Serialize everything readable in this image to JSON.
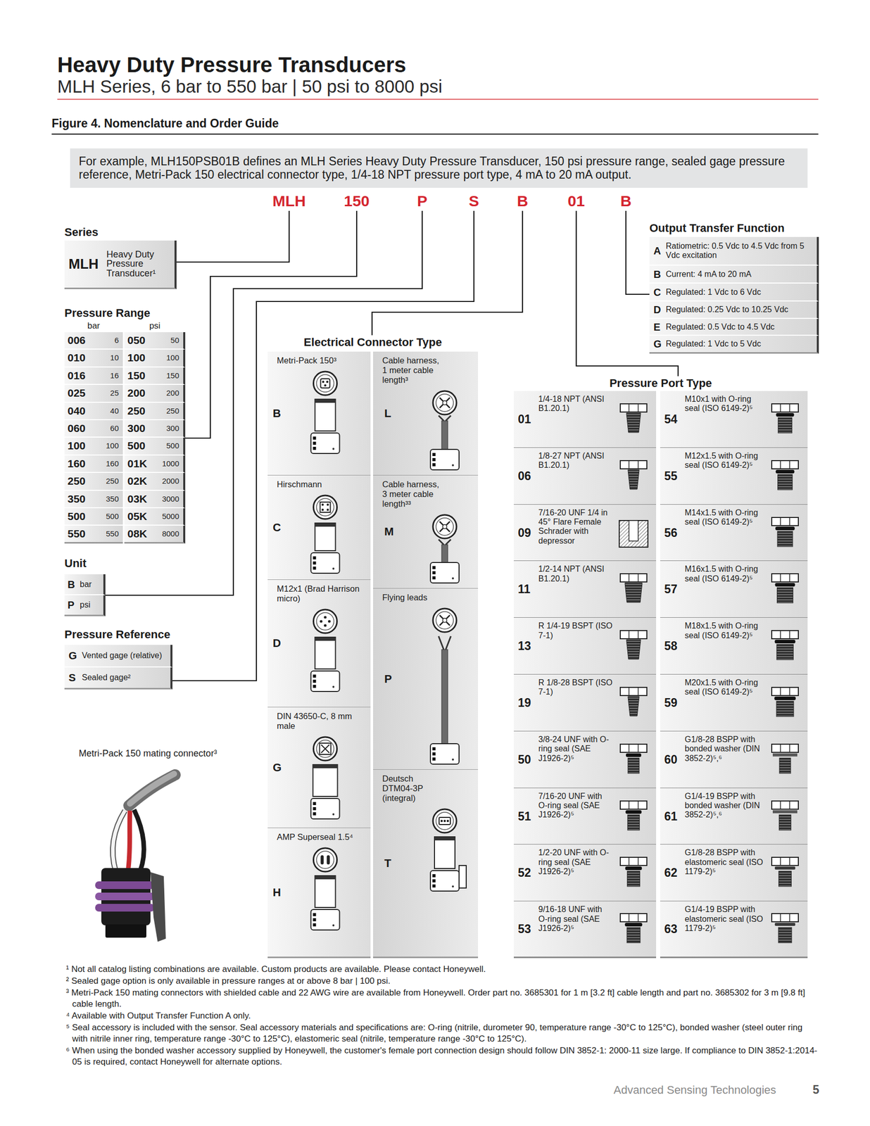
{
  "diagram": {
    "title": "Heavy Duty Pressure Transducers",
    "caption": "Figure 4. Nomenclature and Order Guide",
    "nodes": [
      {
        "text": [
          "For example, MLH150PSB01B defines an MLH Series Heavy Duty Pressure Transducer, 150 psi pressure range, sealed gage pressure reference, Metri-Pack 150 electrical connector type, 1/4-18 NPT pressure port type, 4 mA to 20 mA output."
        ]
      },
      {
        "text": [
          "MLH"
        ]
      },
      {
        "text": [
          "150"
        ]
      },
      {
        "text": [
          "P"
        ]
      },
      {
        "text": [
          "S"
        ]
      },
      {
        "text": [
          "B"
        ]
      },
      {
        "text": [
          "01"
        ]
      },
      {
        "text": [
          "B"
        ]
      },
      {
        "text": [
          "Series"
        ]
      },
      {
        "text": [
          "MLH",
          "Heavy Duty Pressure Transducer¹"
        ],
        "in": 8
      },
      {
        "text": [
          "Pressure Range",
          "bar",
          "psi"
        ]
      },
      {
        "text": [
          "006",
          "6"
        ],
        "in": 10
      },
      {
        "text": [
          "010",
          "10"
        ],
        "in": 10
      },
      {
        "text": [
          "016",
          "16"
        ],
        "in": 10
      },
      {
        "text": [
          "025",
          "25"
        ],
        "in": 10
      },
      {
        "text": [
          "040",
          "40"
        ],
        "in": 10
      },
      {
        "text": [
          "060",
          "60"
        ],
        "in": 10
      },
      {
        "text": [
          "100",
          "100"
        ],
        "in": 10
      },
      {
        "text": [
          "160",
          "160"
        ],
        "in": 10
      },
      {
        "text": [
          "250",
          "250"
        ],
        "in": 10
      },
      {
        "text": [
          "350",
          "350"
        ],
        "in": 10
      },
      {
        "text": [
          "500",
          "500"
        ],
        "in": 10
      },
      {
        "text": [
          "550",
          "550"
        ],
        "in": 10
      },
      {
        "text": [
          "050",
          "50"
        ],
        "in": 10
      },
      {
        "text": [
          "100",
          "100"
        ],
        "in": 10
      },
      {
        "text": [
          "150",
          "150"
        ],
        "in": 10
      },
      {
        "text": [
          "200",
          "200"
        ],
        "in": 10
      },
      {
        "text": [
          "250",
          "250"
        ],
        "in": 10
      },
      {
        "text": [
          "300",
          "300"
        ],
        "in": 10
      },
      {
        "text": [
          "500",
          "500"
        ],
        "in": 10
      },
      {
        "text": [
          "01K",
          "1000"
        ],
        "in": 10
      },
      {
        "text": [
          "02K",
          "2000"
        ],
        "in": 10
      },
      {
        "text": [
          "03K",
          "3000"
        ],
        "in": 10
      },
      {
        "text": [
          "05K",
          "5000"
        ],
        "in": 10
      },
      {
        "text": [
          "08K",
          "8000"
        ],
        "in": 10
      },
      {
        "text": [
          "Unit"
        ]
      },
      {
        "text": [
          "B",
          "bar"
        ],
        "in": 35
      },
      {
        "text": [
          "P",
          "psi"
        ],
        "in": 35
      },
      {
        "text": [
          "Pressure Reference"
        ]
      },
      {
        "text": [
          "G",
          "Vented gage (relative)"
        ],
        "in": 38
      },
      {
        "text": [
          "S",
          "Sealed gage²"
        ],
        "in": 38
      },
      {
        "text": [
          "Electrical Connector Type"
        ]
      },
      {
        "text": [
          "B",
          "Metri-Pack 150³"
        ],
        "in": 41
      },
      {
        "text": [
          "C",
          "Hirschmann"
        ],
        "in": 41
      },
      {
        "text": [
          "D",
          "M12x1 (Brad Harrison micro)"
        ],
        "in": 41
      },
      {
        "text": [
          "G",
          "DIN 43650-C, 8 mm male"
        ],
        "in": 41
      },
      {
        "text": [
          "H",
          "AMP Superseal 1.5⁴"
        ],
        "in": 41
      },
      {
        "text": [
          "L",
          "Cable harness, 1 meter cable length³"
        ],
        "in": 41
      },
      {
        "text": [
          "M",
          "Cable harness, 3 meter cable length³³"
        ],
        "in": 41
      },
      {
        "text": [
          "P",
          "Flying leads"
        ],
        "in": 41
      },
      {
        "text": [
          "T",
          "Deutsch DTM04-3P (integral)"
        ],
        "in": 41
      },
      {
        "text": [
          "Output Transfer Function"
        ]
      },
      {
        "text": [
          "A",
          "Ratiometric: 0.5 Vdc to 4.5 Vdc from 5 Vdc excitation"
        ],
        "in": 51
      },
      {
        "text": [
          "B",
          "Current: 4 mA to 20 mA"
        ],
        "in": 51
      },
      {
        "text": [
          "C",
          "Regulated: 1 Vdc to 6 Vdc"
        ],
        "in": 51
      },
      {
        "text": [
          "D",
          "Regulated: 0.25 Vdc to 10.25 Vdc"
        ],
        "in": 51
      },
      {
        "text": [
          "E",
          "Regulated: 0.5 Vdc to 4.5 Vdc"
        ],
        "in": 51
      },
      {
        "text": [
          "G",
          "Regulated: 1 Vdc to 5 Vdc"
        ],
        "in": 51
      },
      {
        "text": [
          "Pressure Port Type"
        ]
      },
      {
        "text": [
          "01",
          "1/4-18 NPT (ANSI B1.20.1)"
        ],
        "in": 58
      },
      {
        "text": [
          "06",
          "1/8-27 NPT (ANSI B1.20.1)"
        ],
        "in": 58
      },
      {
        "text": [
          "09",
          "7/16-20 UNF 1/4 in 45° Flare Female Schrader with depressor"
        ],
        "in": 58
      },
      {
        "text": [
          "11",
          "1/2-14 NPT (ANSI B1.20.1)"
        ],
        "in": 58
      },
      {
        "text": [
          "13",
          "R 1/4-19 BSPT (ISO 7-1)"
        ],
        "in": 58
      },
      {
        "text": [
          "19",
          "R 1/8-28 BSPT (ISO 7-1)"
        ],
        "in": 58
      },
      {
        "text": [
          "50",
          "3/8-24 UNF with O-ring seal (SAE J1926-2)⁵"
        ],
        "in": 58
      },
      {
        "text": [
          "51",
          "7/16-20 UNF with O-ring seal (SAE J1926-2)⁵"
        ],
        "in": 58
      },
      {
        "text": [
          "52",
          "1/2-20 UNF with O-ring seal (SAE J1926-2)⁵"
        ],
        "in": 58
      },
      {
        "text": [
          "53",
          "9/16-18 UNF with O-ring seal (SAE J1926-2)⁵"
        ],
        "in": 58
      },
      {
        "text": [
          "54",
          "M10x1 with O-ring seal (ISO 6149-2)⁵"
        ],
        "in": 58
      },
      {
        "text": [
          "55",
          "M12x1.5 with O-ring seal (ISO 6149-2)⁵"
        ],
        "in": 58
      },
      {
        "text": [
          "56",
          "M14x1.5 with O-ring seal (ISO 6149-2)⁵"
        ],
        "in": 58
      },
      {
        "text": [
          "57",
          "M16x1.5 with O-ring seal (ISO 6149-2)⁵"
        ],
        "in": 58
      },
      {
        "text": [
          "58",
          "M18x1.5 with O-ring seal (ISO 6149-2)⁵"
        ],
        "in": 58
      },
      {
        "text": [
          "59",
          "M20x1.5 with O-ring seal (ISO 6149-2)⁵"
        ],
        "in": 58
      },
      {
        "text": [
          "60",
          "G1/8-28 BSPP with bonded washer (DIN 3852-2)⁵,⁶"
        ],
        "in": 58
      },
      {
        "text": [
          "61",
          "G1/4-19 BSPP with bonded washer (DIN 3852-2)⁵,⁶"
        ],
        "in": 58
      },
      {
        "text": [
          "62",
          "G1/8-28 BSPP with elastomeric seal (ISO 1179-2)⁵"
        ],
        "in": 58
      },
      {
        "text": [
          "63",
          "G1/4-19 BSPP with elastomeric seal (ISO 1179-2)⁵"
        ],
        "in": 58
      }
    ],
    "edges": [
      {
        "from": 1,
        "to": 8,
        "arrow": "none"
      },
      {
        "from": 2,
        "to": 10,
        "arrow": "none"
      },
      {
        "from": 3,
        "to": 35,
        "arrow": "none"
      },
      {
        "from": 4,
        "to": 38,
        "arrow": "none"
      },
      {
        "from": 5,
        "to": 41,
        "arrow": "none"
      },
      {
        "from": 6,
        "to": 58,
        "arrow": "none"
      },
      {
        "from": 7,
        "to": 51,
        "arrow": "none"
      }
    ],
    "labels": [
      "MLH Series, 6 bar to 550 bar | 50 psi to 8000 psi",
      "Metri-Pack 150 mating connector³",
      "¹ Not all catalog listing combinations are available. Custom products are available. Please contact Honeywell.",
      "² Sealed gage option is only available in pressure ranges at or above 8 bar | 100 psi.",
      "³ Metri-Pack 150 mating connectors with shielded cable and 22 AWG wire are available from Honeywell. Order part no. 3685301 for 1 m [3.2 ft] cable length and part no. 3685302 for 3 m [9.8 ft] cable length.",
      "⁴ Available with Output Transfer Function A only.",
      "⁵ Seal accessory is included with the sensor. Seal accessory materials and specifications are: O-ring (nitrile, durometer 90, temperature range -30°C to 125°C), bonded washer (steel outer ring with nitrile inner ring, temperature range -30°C to 125°C), elastomeric seal (nitrile, temperature range -30°C to 125°C).",
      "⁶ When using the bonded washer accessory supplied by Honeywell, the customer's female port connection design should follow DIN 3852-1: 2000-11 size large. If compliance to DIN 3852-1:2014-05 is required, contact Honeywell for alternate options.",
      "Advanced Sensing Technologies",
      "5"
    ]
  }
}
